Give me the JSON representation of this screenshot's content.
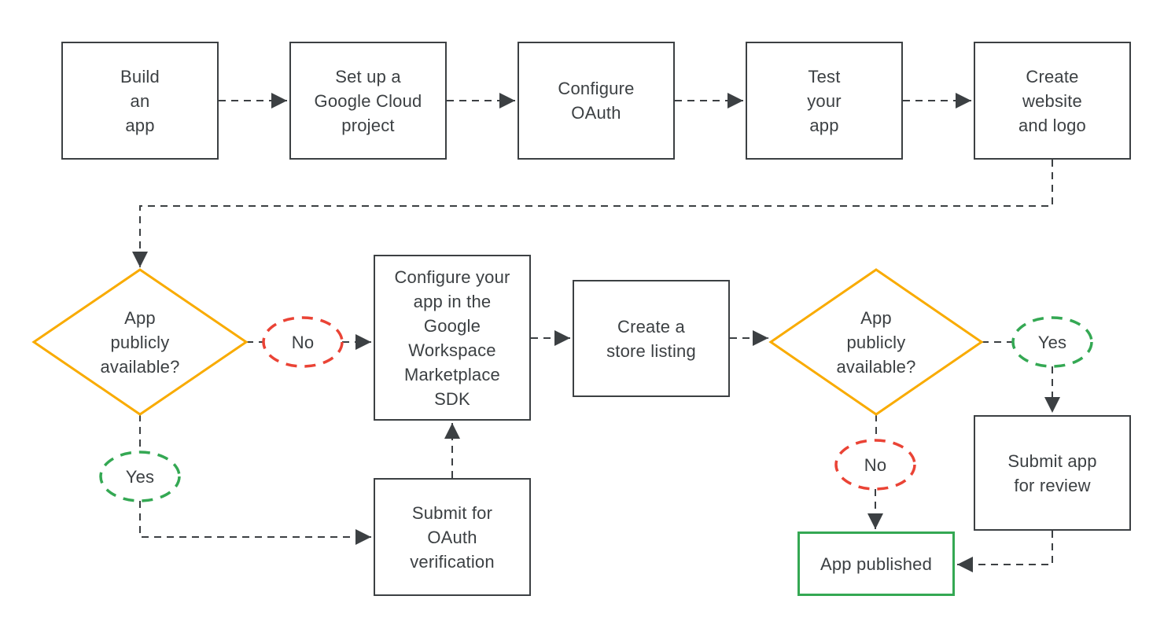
{
  "diagram": {
    "description": "Flowchart of publishing an app to the Google Workspace Marketplace",
    "colors": {
      "line": "#3C4043",
      "text": "#3C4043",
      "decision_border": "#F9AB00",
      "no_badge_border": "#EA4335",
      "yes_badge_border": "#34A853",
      "published_border": "#34A853",
      "background": "#FFFFFF"
    },
    "nodes": {
      "build_app": {
        "label": "Build\nan\napp"
      },
      "setup_project": {
        "label": "Set up a\nGoogle Cloud\nproject"
      },
      "configure_oauth": {
        "label": "Configure\nOAuth"
      },
      "test_app": {
        "label": "Test\nyour\napp"
      },
      "create_website": {
        "label": "Create\nwebsite\nand logo"
      },
      "decision_public_1": {
        "label": "App\npublicly\navailable?"
      },
      "no_1": {
        "label": "No"
      },
      "yes_1": {
        "label": "Yes"
      },
      "configure_sdk": {
        "label": "Configure your\napp in the\nGoogle\nWorkspace\nMarketplace\nSDK"
      },
      "submit_oauth": {
        "label": "Submit for\nOAuth\nverification"
      },
      "store_listing": {
        "label": "Create a\nstore listing"
      },
      "decision_public_2": {
        "label": "App\npublicly\navailable?"
      },
      "yes_2": {
        "label": "Yes"
      },
      "no_2": {
        "label": "No"
      },
      "submit_review": {
        "label": "Submit app\nfor review"
      },
      "app_published": {
        "label": "App published"
      }
    },
    "edges": [
      "build_app -> setup_project",
      "setup_project -> configure_oauth",
      "configure_oauth -> test_app",
      "test_app -> create_website",
      "create_website -> decision_public_1",
      "decision_public_1 -No-> configure_sdk",
      "decision_public_1 -Yes-> submit_oauth",
      "submit_oauth -> configure_sdk",
      "configure_sdk -> store_listing",
      "store_listing -> decision_public_2",
      "decision_public_2 -Yes-> submit_review",
      "decision_public_2 -No-> app_published",
      "submit_review -> app_published"
    ]
  }
}
